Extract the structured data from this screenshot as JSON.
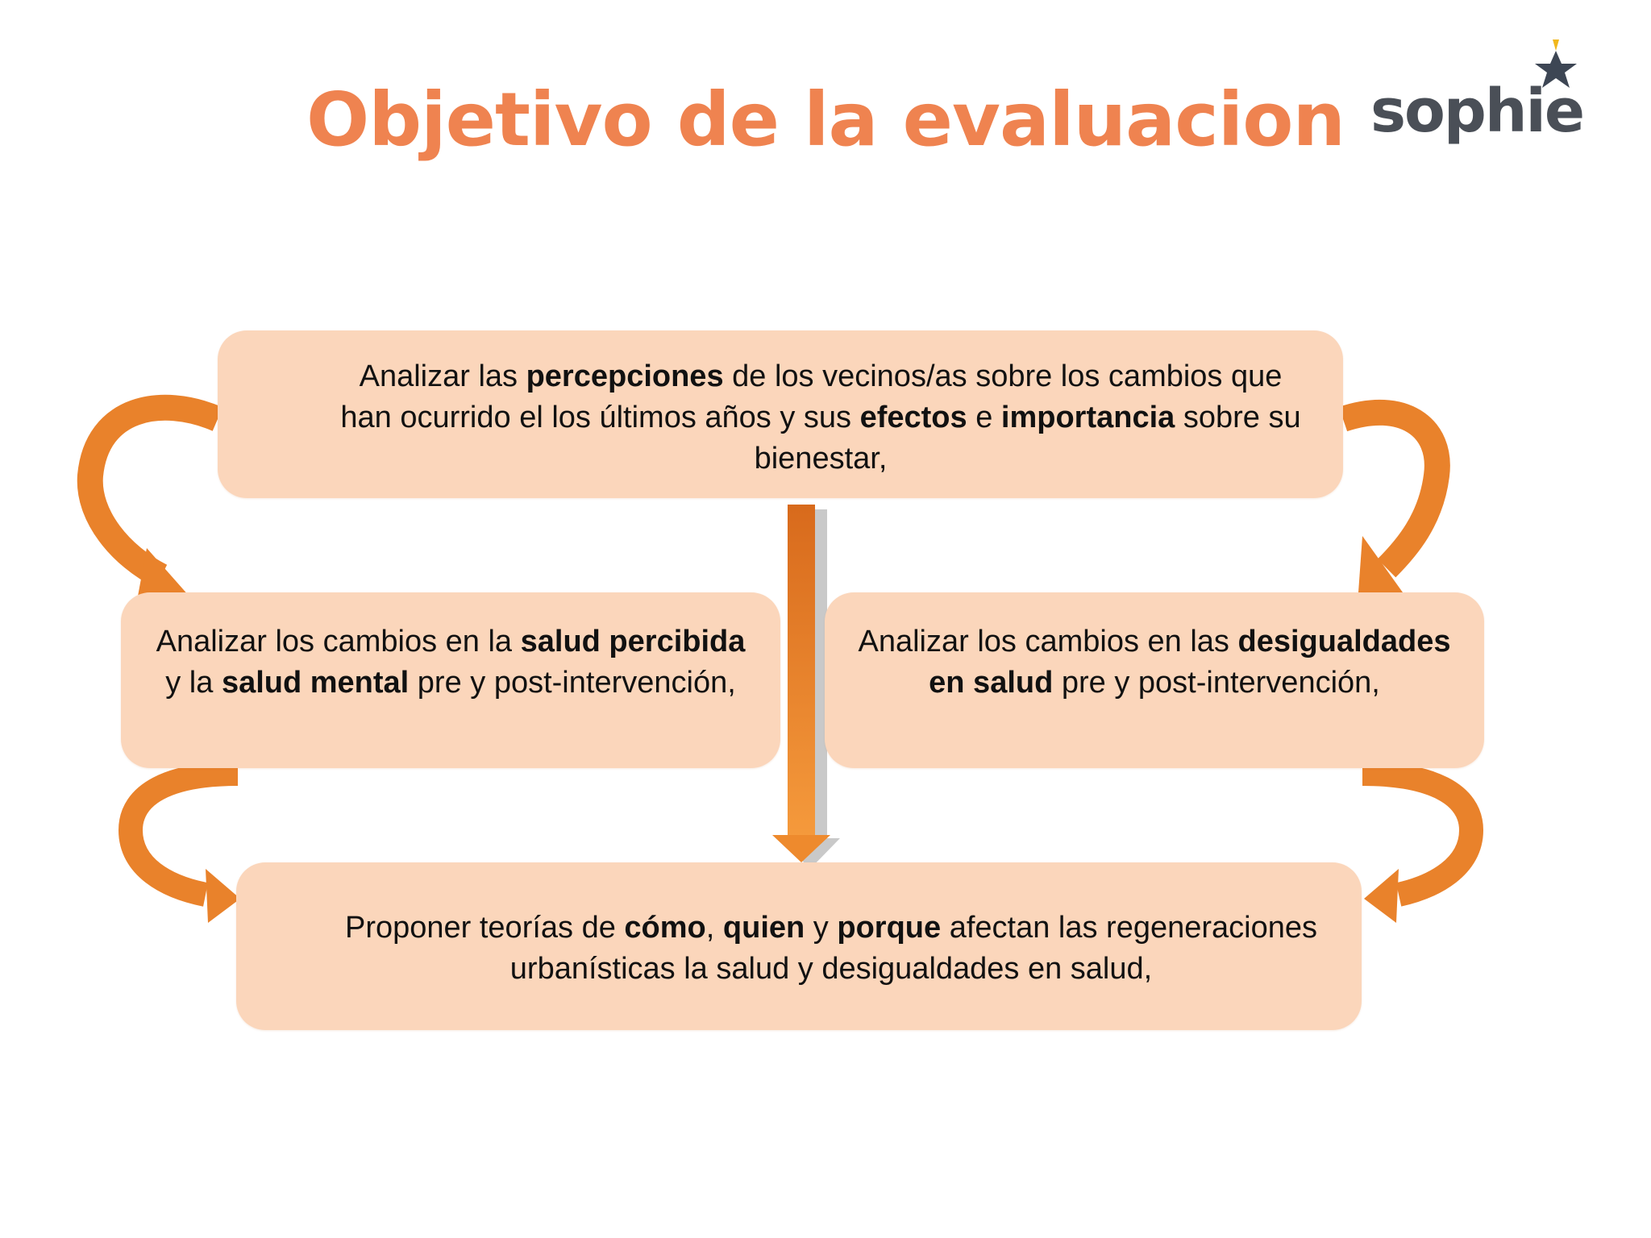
{
  "title": "Objetivo de la evaluacion",
  "logo": {
    "text": "sophie",
    "icon": "star-icon",
    "colors": {
      "text": "#4a4f57",
      "star": "#3d4654",
      "accent": "#f1b81c"
    }
  },
  "colors": {
    "title": "#ef8350",
    "box_fill": "#fbd6bb",
    "arrow": "#ee8a2d"
  },
  "boxes": {
    "top": {
      "t1": "Analizar las ",
      "b1": "percepciones",
      "t2": " de los vecinos/as sobre los cambios que han ocurrido el los últimos años y sus ",
      "b2": "efectos",
      "t3": " e ",
      "b3": "importancia",
      "t4": " sobre su bienestar,"
    },
    "left": {
      "t1": "Analizar los cambios en la ",
      "b1": "salud percibida",
      "t2": " y la ",
      "b2": "salud mental",
      "t3": " pre y post-intervención,"
    },
    "right": {
      "t1": "Analizar los cambios en las ",
      "b1": "desigualdades en salud",
      "t2": " pre y post-intervención,"
    },
    "bottom": {
      "t1": "Proponer teorías de ",
      "b1": "cómo",
      "t2": ", ",
      "b2": "quien",
      "t3": " y ",
      "b3": "porque",
      "t4": " afectan las regeneraciones urbanísticas la salud y desigualdades en salud,"
    }
  }
}
